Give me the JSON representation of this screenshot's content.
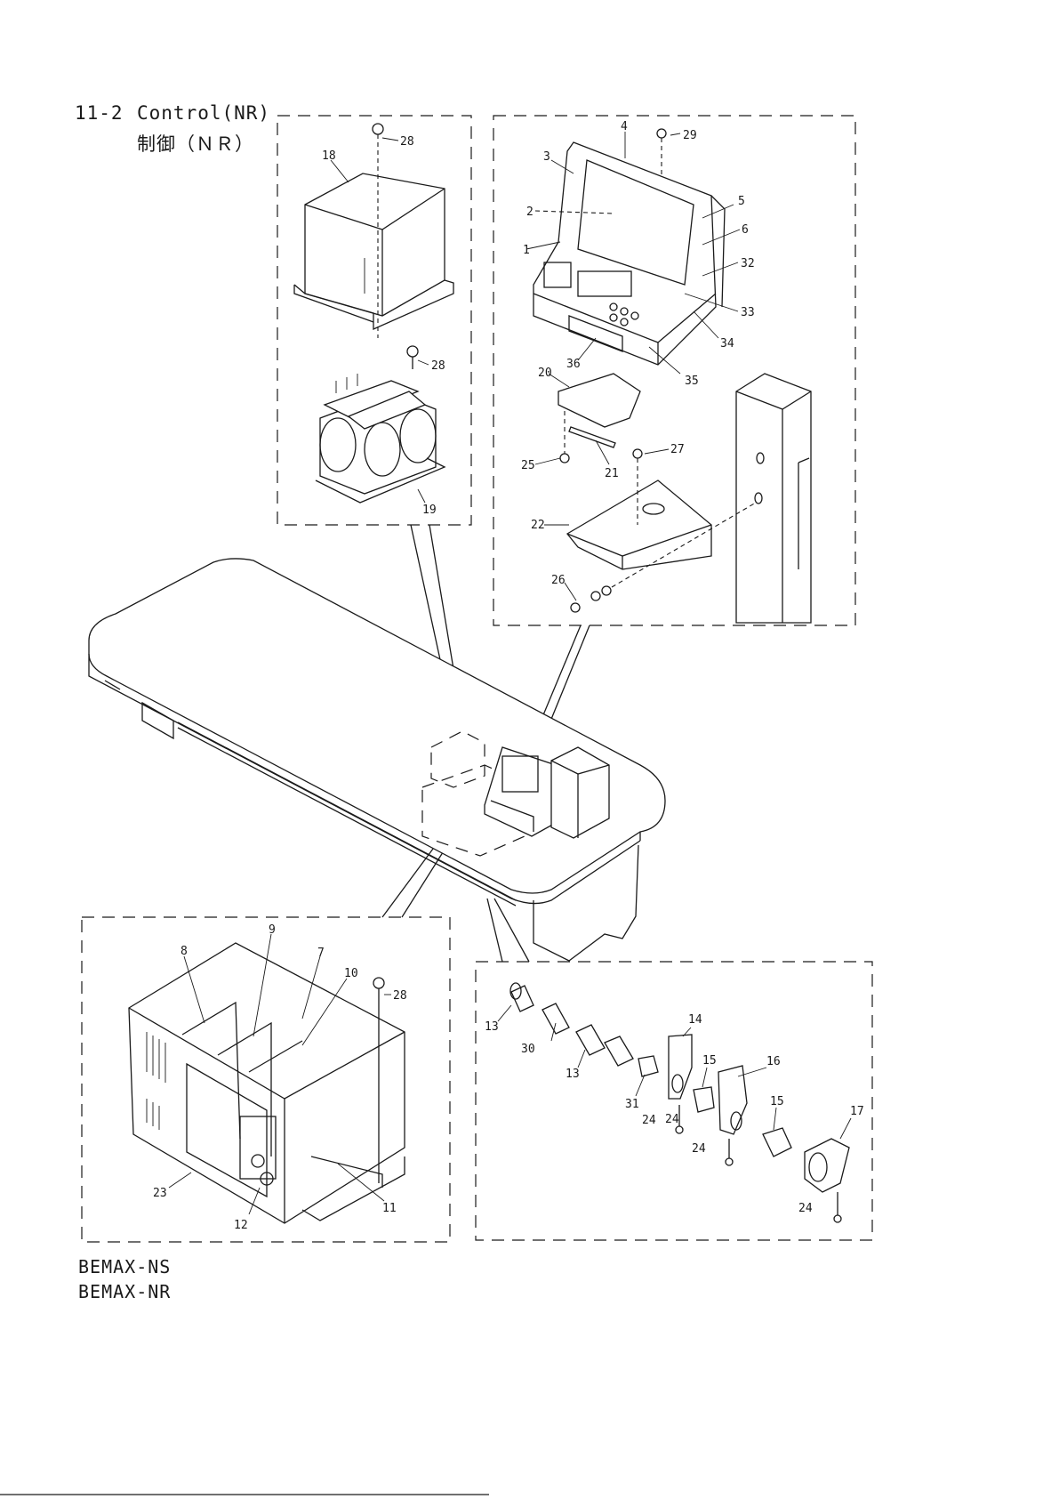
{
  "header": {
    "section_number": "11-2",
    "title_en": "Control(NR)",
    "title_jp": "制御（ＮＲ）"
  },
  "models": [
    "BEMAX-NS",
    "BEMAX-NR"
  ],
  "callouts": {
    "p1": "1",
    "p2": "2",
    "p3": "3",
    "p4": "4",
    "p5": "5",
    "p6": "6",
    "p7": "7",
    "p8": "8",
    "p9": "9",
    "p10": "10",
    "p11": "11",
    "p12": "12",
    "p13a": "13",
    "p13b": "13",
    "p14": "14",
    "p15a": "15",
    "p15b": "15",
    "p16": "16",
    "p17": "17",
    "p18": "18",
    "p19": "19",
    "p20": "20",
    "p21": "21",
    "p22": "22",
    "p23": "23",
    "p24a": "24",
    "p24b": "24",
    "p24c": "24",
    "p24d": "24",
    "p25": "25",
    "p26": "26",
    "p27": "27",
    "p28a": "28",
    "p28b": "28",
    "p28c": "28",
    "p29": "29",
    "p30": "30",
    "p31": "31",
    "p32": "32",
    "p33": "33",
    "p34": "34",
    "p35": "35",
    "p36": "36"
  },
  "panels": {
    "transformer": "transformer-detail",
    "operation_panel": "operation-panel-detail",
    "control_box": "control-box-detail",
    "connector": "connector-detail"
  }
}
